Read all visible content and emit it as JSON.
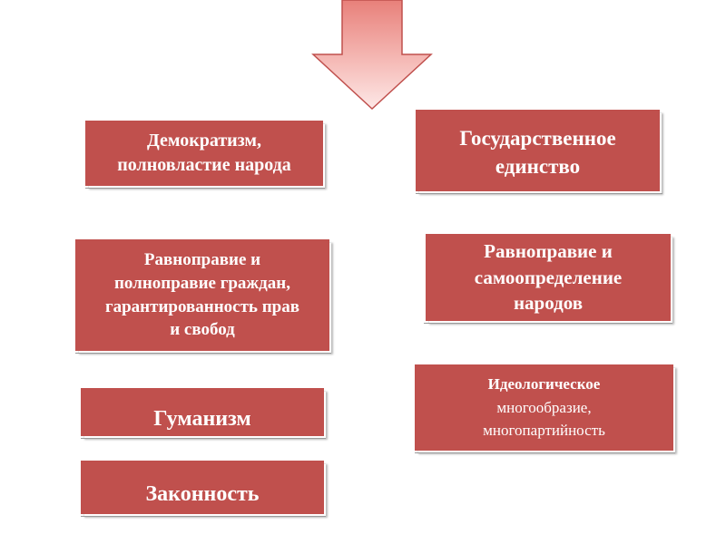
{
  "colors": {
    "box_fill": "#c0504d",
    "box_text": "#ffffff",
    "arrow_fill_top": "#e8807a",
    "arrow_fill_bottom": "#fde8e7",
    "arrow_stroke": "#c0504d"
  },
  "arrow": {
    "icon": "down-arrow-icon",
    "direction": "down"
  },
  "boxes": {
    "democratism": {
      "lines": [
        "Демократизм,",
        "полновластие народа"
      ]
    },
    "state_unity": {
      "lines": [
        "Государственное",
        "единство"
      ]
    },
    "equality_citizens": {
      "lines": [
        "Равноправие и",
        "полноправие граждан,",
        "гарантированность прав",
        "и свобод"
      ]
    },
    "equality_peoples": {
      "lines": [
        "Равноправие и",
        "самоопределение",
        "народов"
      ]
    },
    "ideological": {
      "lines": [
        "Идеологическое",
        "многообразие,",
        "многопартийность"
      ]
    },
    "humanism": {
      "lines": [
        "Гуманизм"
      ]
    },
    "legality": {
      "lines": [
        "Законность"
      ]
    }
  }
}
